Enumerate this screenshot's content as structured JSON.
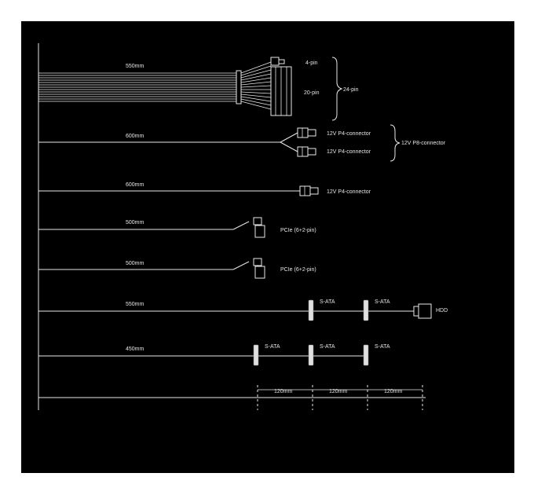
{
  "cables": [
    {
      "length": "550mm",
      "connectors": [
        {
          "label": "4-pin"
        },
        {
          "label": "20-pin"
        }
      ],
      "group": "24-pin"
    },
    {
      "length": "600mm",
      "connectors": [
        {
          "label": "12V P4-connector"
        },
        {
          "label": "12V P4-connector"
        }
      ],
      "group": "12V P8-connector"
    },
    {
      "length": "600mm",
      "connectors": [
        {
          "label": "12V P4-connector"
        }
      ]
    },
    {
      "length": "500mm",
      "connectors": [
        {
          "label": "PCIe (6+2-pin)"
        }
      ]
    },
    {
      "length": "500mm",
      "connectors": [
        {
          "label": "PCIe (6+2-pin)"
        }
      ]
    },
    {
      "length": "550mm",
      "connectors": [
        {
          "label": "S-ATA"
        },
        {
          "label": "S-ATA"
        },
        {
          "label": "HDD"
        }
      ]
    },
    {
      "length": "450mm",
      "connectors": [
        {
          "label": "S-ATA"
        },
        {
          "label": "S-ATA"
        },
        {
          "label": "S-ATA"
        }
      ]
    }
  ],
  "spacing": [
    {
      "label": "120mm"
    },
    {
      "label": "120mm"
    },
    {
      "label": "120mm"
    }
  ],
  "colors": {
    "background": "#000000",
    "line": "#e8e8e8"
  }
}
